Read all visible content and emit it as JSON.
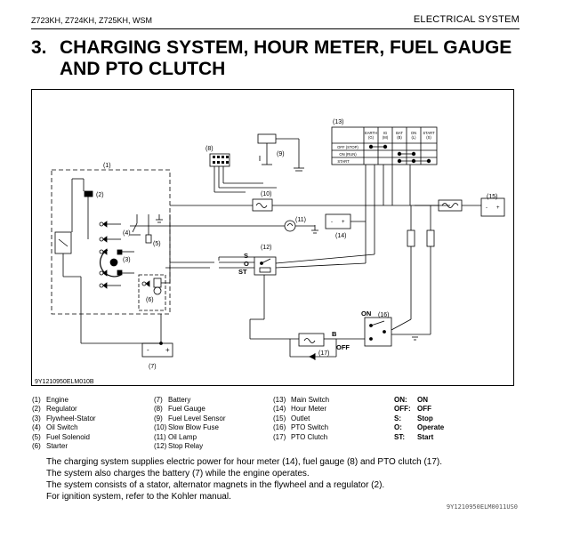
{
  "header": {
    "models": "Z723KH, Z724KH, Z725KH, WSM",
    "section": "ELECTRICAL SYSTEM"
  },
  "title": {
    "number": "3.",
    "line1": "CHARGING SYSTEM, HOUR METER, FUEL GAUGE",
    "line2": "AND PTO CLUTCH"
  },
  "diagram": {
    "code": "9Y1210950ELM010B",
    "callouts": [
      "(1)",
      "(2)",
      "(3)",
      "(4)",
      "(5)",
      "(6)",
      "(7)",
      "(8)",
      "(9)",
      "(10)",
      "(11)",
      "(12)",
      "(13)",
      "(14)",
      "(15)",
      "(16)",
      "(17)"
    ],
    "relay_positions": [
      "S",
      "O",
      "ST"
    ],
    "pto_labels": {
      "on": "ON",
      "b": "B",
      "off": "OFF"
    },
    "switch_table": {
      "columns": [
        "EARTH (G)",
        "IG (M)",
        "BAT (B)",
        "ON (L)",
        "START (S)"
      ],
      "rows": [
        "OFF (STOP)",
        "ON (RUN)",
        "START"
      ]
    }
  },
  "legend": {
    "col1": [
      {
        "n": "(1)",
        "t": "Engine"
      },
      {
        "n": "(2)",
        "t": "Regulator"
      },
      {
        "n": "(3)",
        "t": "Flywheel-Stator"
      },
      {
        "n": "(4)",
        "t": "Oil Switch"
      },
      {
        "n": "(5)",
        "t": "Fuel Solenoid"
      },
      {
        "n": "(6)",
        "t": "Starter"
      }
    ],
    "col2": [
      {
        "n": "(7)",
        "t": "Battery"
      },
      {
        "n": "(8)",
        "t": "Fuel Gauge"
      },
      {
        "n": "(9)",
        "t": "Fuel Level Sensor"
      },
      {
        "n": "(10)",
        "t": "Slow Blow Fuse"
      },
      {
        "n": "(11)",
        "t": "Oil Lamp"
      },
      {
        "n": "(12)",
        "t": "Stop Relay"
      }
    ],
    "col3": [
      {
        "n": "(13)",
        "t": "Main Switch"
      },
      {
        "n": "(14)",
        "t": "Hour Meter"
      },
      {
        "n": "(15)",
        "t": "Outlet"
      },
      {
        "n": "(16)",
        "t": "PTO Switch"
      },
      {
        "n": "(17)",
        "t": "PTO Clutch"
      }
    ],
    "col4": [
      {
        "k": "ON:",
        "t": "ON"
      },
      {
        "k": "OFF:",
        "t": "OFF"
      },
      {
        "k": "S:",
        "t": "Stop"
      },
      {
        "k": "O:",
        "t": "Operate"
      },
      {
        "k": "ST:",
        "t": "Start"
      }
    ]
  },
  "paragraph": [
    "The charging system supplies electric power for hour meter (14), fuel gauge (8) and PTO clutch (17).",
    "The system also charges the battery (7) while the engine operates.",
    "The system consists of a stator, alternator magnets in the flywheel and a regulator (2).",
    "For ignition system, refer to the Kohler manual."
  ],
  "footer_code": "9Y1210950ELM0011US0"
}
